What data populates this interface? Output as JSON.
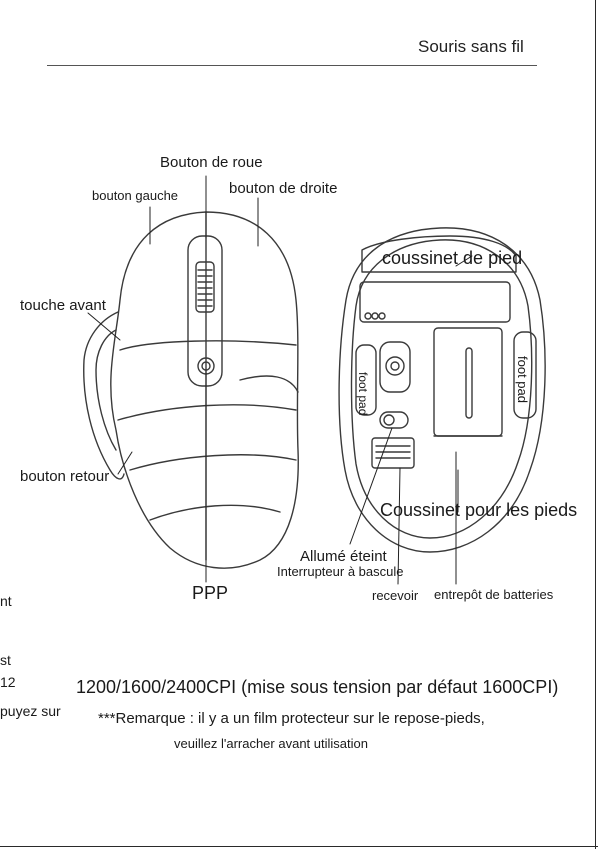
{
  "header": {
    "title": "Souris sans fil"
  },
  "labels": {
    "wheel_button": "Bouton de roue",
    "left_button": "bouton gauche",
    "right_button": "bouton de droite",
    "forward_key": "touche avant",
    "back_button": "bouton retour",
    "dpi": "PPP",
    "foot_pad_top": "coussinet de pied",
    "foot_pad_left": "foot pad",
    "foot_pad_right": "foot pad",
    "foot_pads": "Coussinet pour les pieds",
    "power": "Allumé éteint",
    "rocker_switch": "Interrupteur à bascule",
    "receiver": "recevoir",
    "battery": "entrepôt de batteries"
  },
  "cpi_info": "1200/1600/2400CPI (mise sous tension par défaut 1600CPI)",
  "note": {
    "line1": "***Remarque : il y a un film protecteur sur le repose-pieds,",
    "line2": "veuillez l'arracher avant utilisation"
  },
  "cut_off_fragments": {
    "a": "nt",
    "b": "st",
    "c": "12",
    "d": "puyez sur"
  },
  "colors": {
    "ink": "#1a1a1a",
    "line": "#3a3a3a",
    "shade": "#f0f0f0"
  }
}
